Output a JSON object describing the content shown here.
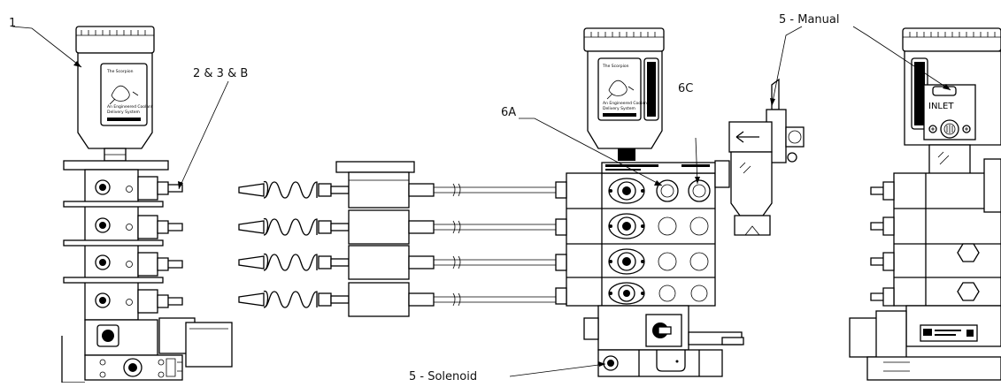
{
  "callouts": {
    "c1": "1",
    "c2": "2 & 3 & B",
    "c6a": "6A",
    "c6c": "6C",
    "c5m": "5 - Manual",
    "c5s": "5 - Solenoid"
  },
  "reservoir_label": {
    "line1": "The Scorpion",
    "line2": "An Engineered Coolant",
    "line3": "Delivery System"
  },
  "inlet_label": "INLET",
  "manifold_count": 4,
  "colors": {
    "line": "#000000",
    "fill": "#ffffff",
    "text": "#111111"
  }
}
